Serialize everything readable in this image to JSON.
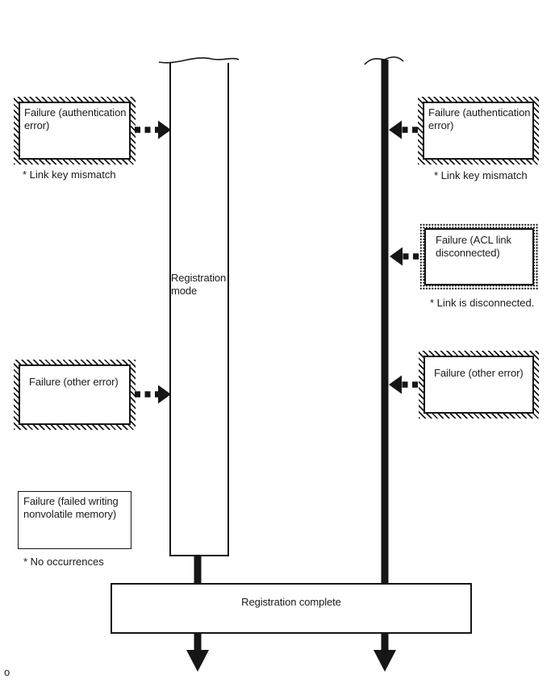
{
  "diagram": {
    "left_lane": {
      "activation_label": "Registration mode",
      "events": [
        {
          "label": "Failure (authentication error)",
          "note": "* Link key mismatch"
        },
        {
          "label": "Failure (other error)",
          "note": ""
        },
        {
          "label": "Failure (failed writing nonvolatile memory)",
          "note": "* No occurrences"
        }
      ]
    },
    "right_lane": {
      "events": [
        {
          "label": "Failure (authentication error)",
          "note": "* Link key mismatch"
        },
        {
          "label": "Failure (ACL link disconnected)",
          "note": "* Link is disconnected."
        },
        {
          "label": "Failure (other error)",
          "note": ""
        }
      ]
    },
    "bottom": {
      "label": "Registration complete"
    },
    "page_marker": "o",
    "colors": {
      "stroke": "#161616",
      "background": "#ffffff"
    }
  }
}
